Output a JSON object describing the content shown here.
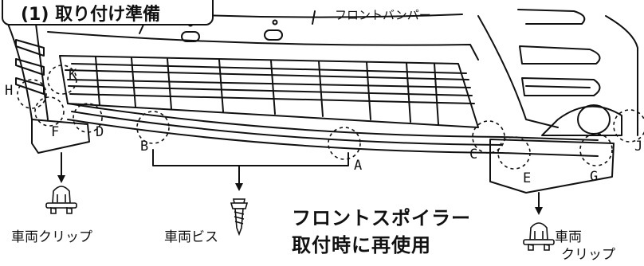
{
  "section_title": "(1) 取り付け準備",
  "labels": {
    "front_bumper": "フロントバンパー",
    "front_spoiler_line1": "フロントスポイラー",
    "front_spoiler_line2": "取付時に再使用",
    "vehicle_clip_left": "車両クリップ",
    "vehicle_screw": "車両ビス",
    "vehicle_clip_right_line1": "車両",
    "vehicle_clip_right_line2": "クリップ"
  },
  "points": {
    "A": "A",
    "B": "B",
    "C": "C",
    "D": "D",
    "E": "E",
    "F": "F",
    "G": "G",
    "H": "H",
    "J": "J",
    "K": "K"
  },
  "colors": {
    "line": "#111111",
    "background": "#ffffff"
  }
}
